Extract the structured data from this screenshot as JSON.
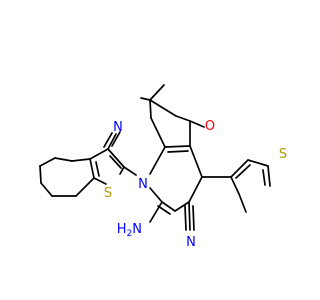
{
  "molecule": {
    "colors": {
      "bond": "#000000",
      "N": "#0000ff",
      "S": "#b39e00",
      "O": "#ff0000",
      "background": "#ffffff"
    },
    "atom_labels": {
      "n_nitrile_left": "N",
      "s_thiophene_left": "S",
      "n_ring": "N",
      "o_ketone": "O",
      "s_thiophene_right": "S",
      "n_nitrile_bottom": "N",
      "nh2_n": "N",
      "nh2_h": "H",
      "nh2_sub": "2"
    }
  }
}
